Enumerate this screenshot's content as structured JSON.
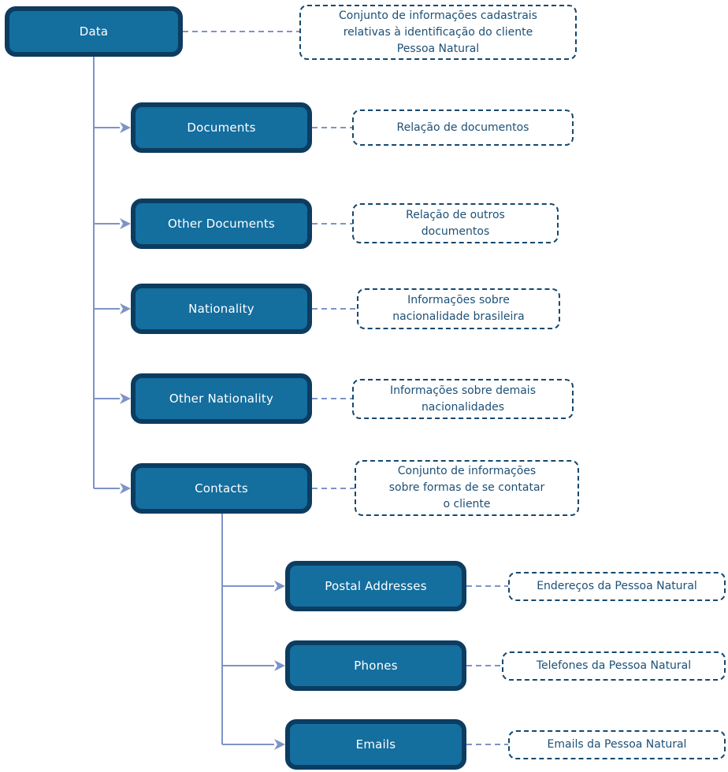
{
  "colors": {
    "node_fill": "#146e9e",
    "node_border": "#0c3c60",
    "node_text": "#ffffff",
    "connector": "#7d93c8",
    "annotation_border": "#15486e",
    "annotation_text": "#1d5076",
    "background": "#ffffff"
  },
  "nodes": [
    {
      "id": "data",
      "label": "Data",
      "description": "Conjunto de informações cadastrais relativas à identificação do cliente Pessoa Natural"
    },
    {
      "id": "documents",
      "label": "Documents",
      "description": "Relação de documentos"
    },
    {
      "id": "other-documents",
      "label": "Other Documents",
      "description": "Relação de outros documentos"
    },
    {
      "id": "nationality",
      "label": "Nationality",
      "description": "Informações sobre nacionalidade brasileira"
    },
    {
      "id": "other-nationality",
      "label": "Other Nationality",
      "description": "Informações sobre demais nacionalidades"
    },
    {
      "id": "contacts",
      "label": "Contacts",
      "description": "Conjunto de informações sobre formas de se contatar o cliente"
    },
    {
      "id": "postal-addresses",
      "label": "Postal Addresses",
      "description": "Endereços da Pessoa Natural"
    },
    {
      "id": "phones",
      "label": "Phones",
      "description": "Telefones da Pessoa Natural"
    },
    {
      "id": "emails",
      "label": "Emails",
      "description": "Emails da Pessoa Natural"
    }
  ],
  "hierarchy": {
    "Data": [
      "Documents",
      "Other Documents",
      "Nationality",
      "Other Nationality",
      "Contacts"
    ],
    "Contacts": [
      "Postal Addresses",
      "Phones",
      "Emails"
    ]
  }
}
